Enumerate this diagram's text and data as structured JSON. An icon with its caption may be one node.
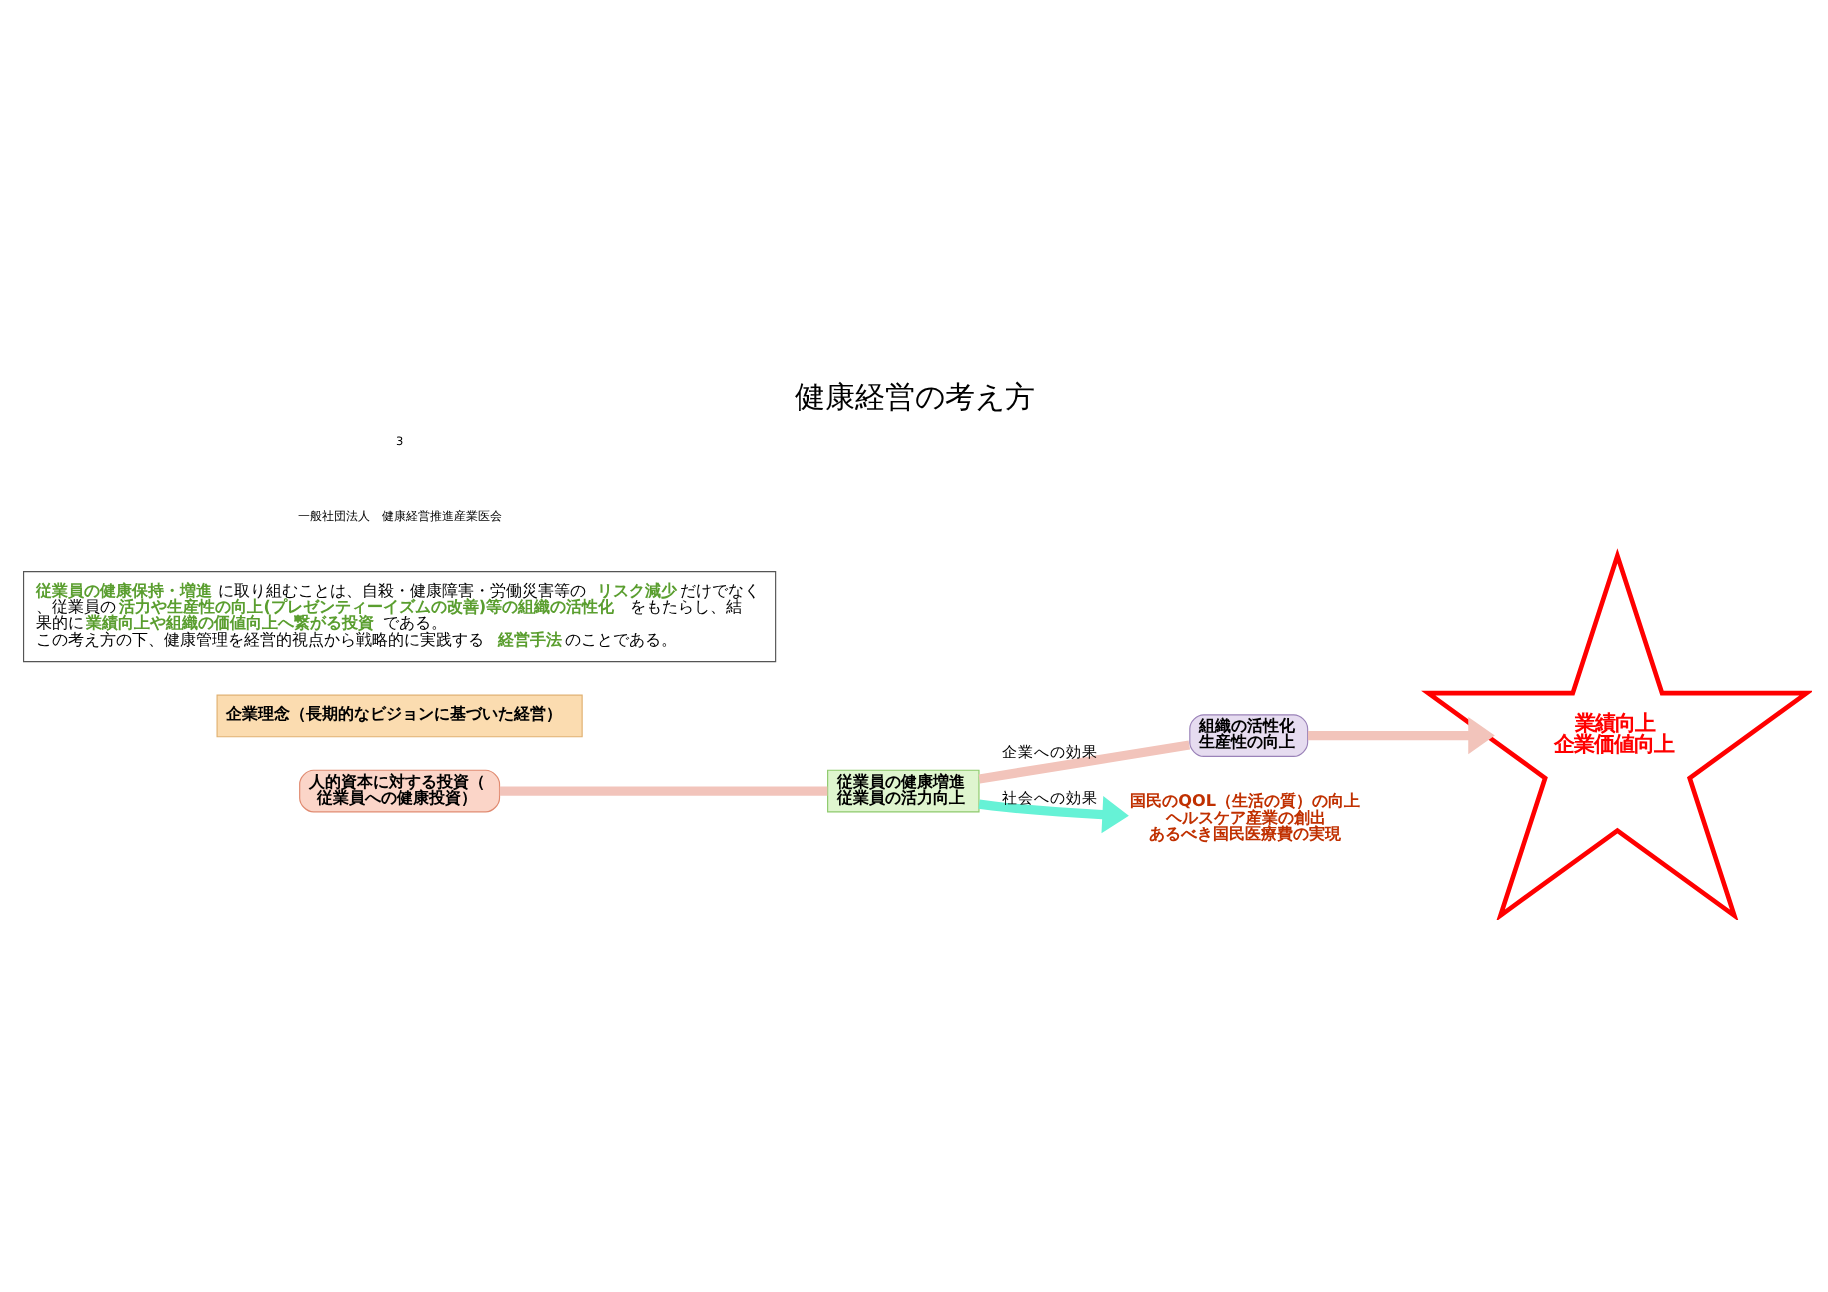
{
  "diagram": {
    "title": "健康経営の考え方",
    "nodes": [
      {
        "text": [
          "人的資本に対する投資（従業員への健康投資）"
        ]
      },
      {
        "text": [
          "従業員の健康増進従業員の活力向上"
        ]
      },
      {
        "text": [
          "組織の活性化生産性の向上"
        ]
      },
      {
        "text": [
          "業績向上",
          "企業価値向上"
        ]
      },
      {
        "text": [
          "国民のQOL（生活の質）の向上",
          "ヘルスケア産業の創出",
          "あるべき国民医療費の実現"
        ]
      },
      {
        "text": [
          "企業理念（長期的なビジョンに基づいた経営）"
        ]
      },
      {
        "text": [
          "**従業員の健康保持・増進**に取り組むことは、自殺・健康障害・労働災害等の**リスク減少**だけでなく、従業員の**活力や生産性の向上(プレゼンティーイズムの改善)等の組織の活性化**をもたらし、結果的に**業績向上や組織の価値向上へ繋がる投資**である。",
          "この考え方の下、健康管理を経営的視点から戦略的に実践する**経営手法**のことである。"
        ]
      }
    ],
    "edges": [
      {
        "from": 0,
        "to": 1,
        "arrow": "none",
        "color": "#f2c4bb"
      },
      {
        "from": 1,
        "to": 2,
        "arrow": "none",
        "label": "企業への効果",
        "color": "#f2c4bb"
      },
      {
        "from": 2,
        "to": 3,
        "arrow": "to",
        "color": "#f2c4bb"
      },
      {
        "from": 1,
        "to": 4,
        "arrow": "to",
        "label": "社会への効果",
        "color": "#66f2d6"
      }
    ],
    "labels": [
      "一般社団法人　健康経営推進産業医会",
      "3"
    ]
  }
}
